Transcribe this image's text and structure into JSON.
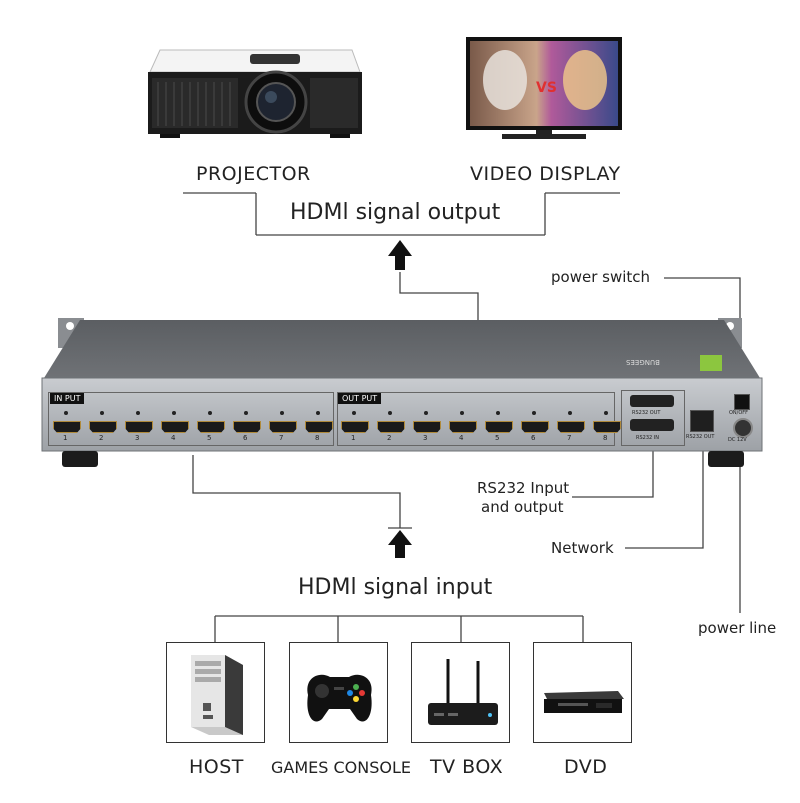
{
  "outputs": {
    "projector_label": "PROJECTOR",
    "display_label": "VIDEO DISPLAY",
    "signal_label": "HDMl signal output"
  },
  "callouts": {
    "power_switch": "power switch",
    "rs232_line1": "RS232 Input",
    "rs232_line2": "and output",
    "network": "Network",
    "power_line": "power line"
  },
  "device": {
    "brand": "BUNGEES",
    "input_label": "IN PUT",
    "output_label": "OUT PUT",
    "rs232_out": "RS232 OUT",
    "rs232_in": "RS232 IN",
    "lan": "RS232 OUT",
    "on_off": "ON/OFF",
    "dc": "DC 12V",
    "port_numbers": [
      "1",
      "2",
      "3",
      "4",
      "5",
      "6",
      "7",
      "8"
    ]
  },
  "inputs": {
    "signal_label": "HDMl signal input",
    "sources": [
      {
        "label": "HOST",
        "icon": "pc-tower-icon"
      },
      {
        "label": "GAMES CONSOLE",
        "icon": "gamepad-icon"
      },
      {
        "label": "TV BOX",
        "icon": "router-box-icon"
      },
      {
        "label": "DVD",
        "icon": "dvd-player-icon"
      }
    ]
  }
}
